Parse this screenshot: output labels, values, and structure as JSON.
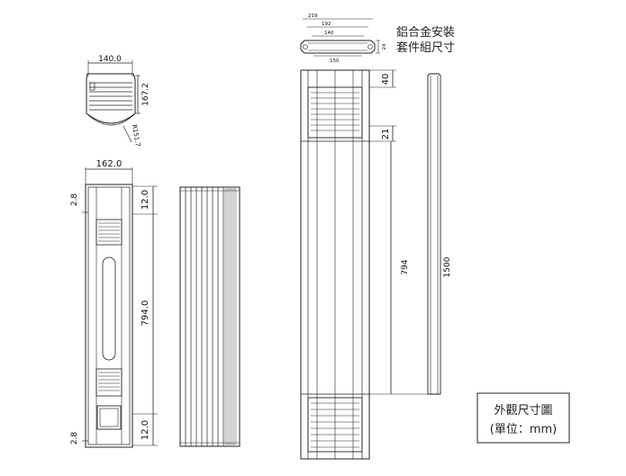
{
  "colors": {
    "line": "#222222",
    "light": "#666666",
    "background": "#ffffff"
  },
  "top_view": {
    "width": "140.0",
    "height": "167.2",
    "radius": "R151.7"
  },
  "front_view": {
    "width": "162.0",
    "top_offset": "2.8",
    "bottom_offset": "2.8",
    "top_gap": "12.0",
    "bottom_gap": "12.0",
    "height": "794.0"
  },
  "section": {
    "overall": "219",
    "outer": "192",
    "inner": "140",
    "base": "150",
    "depth": "24"
  },
  "section_title": {
    "line1": "鋁合金安裝",
    "line2": "套件組尺寸"
  },
  "rail": {
    "top_gap": "40",
    "upper_vent": "21",
    "body": "794",
    "length": "1500"
  },
  "legend": {
    "line1": "外觀尺寸圖",
    "line2": "(單位：mm)"
  }
}
